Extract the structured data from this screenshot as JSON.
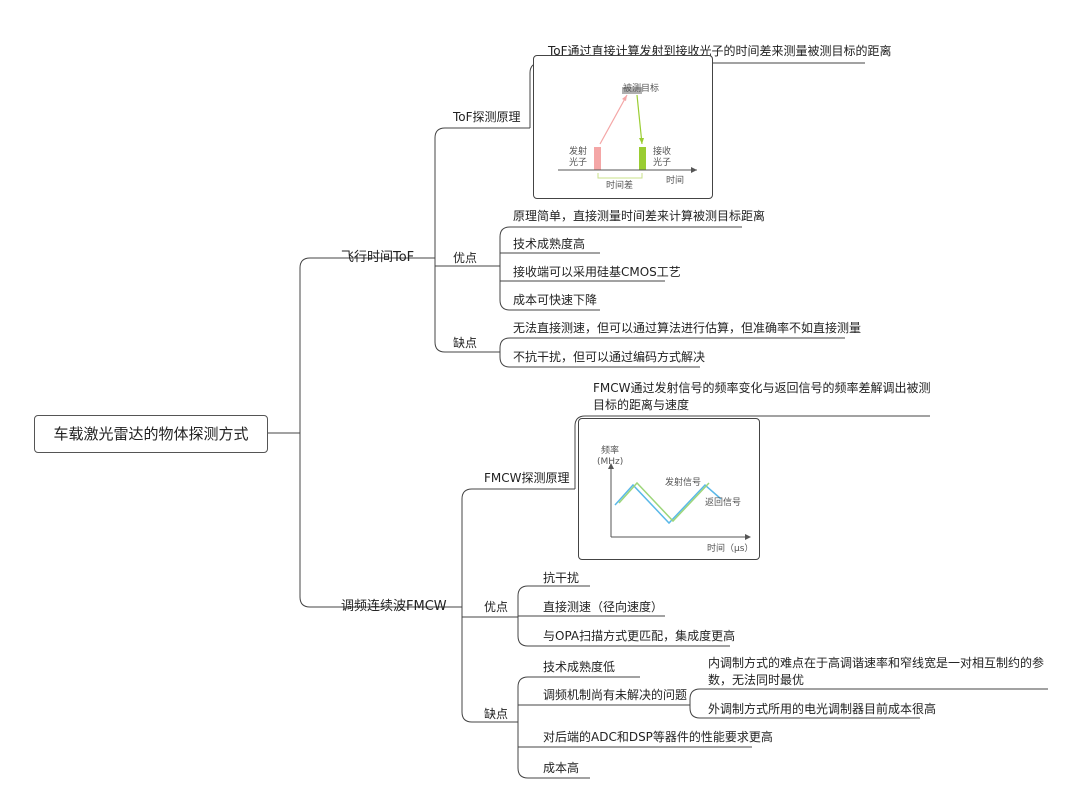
{
  "root": "车载激光雷达的物体探测方式",
  "tof": {
    "title": "飞行时间ToF",
    "principle": {
      "label": "ToF探测原理",
      "desc": "ToF通过直接计算发射到接收光子的时间差来测量被测目标的距离",
      "figure": {
        "target": "被测目标",
        "emit_line1": "发射",
        "emit_line2": "光子",
        "recv_line1": "接收",
        "recv_line2": "光子",
        "time_diff": "时间差",
        "time_axis": "时间"
      }
    },
    "pros": {
      "label": "优点",
      "items": [
        "原理简单，直接测量时间差来计算被测目标距离",
        "技术成熟度高",
        "接收端可以采用硅基CMOS工艺",
        "成本可快速下降"
      ]
    },
    "cons": {
      "label": "缺点",
      "items": [
        "无法直接测速，但可以通过算法进行估算，但准确率不如直接测量",
        "不抗干扰，但可以通过编码方式解决"
      ]
    }
  },
  "fmcw": {
    "title": "调频连续波FMCW",
    "principle": {
      "label": "FMCW探测原理",
      "desc": "FMCW通过发射信号的频率变化与返回信号的频率差解调出被测目标的距离与速度",
      "figure": {
        "y_label_1": "频率",
        "y_label_2": "(MHz)",
        "tx_label": "发射信号",
        "rx_label": "返回信号",
        "x_label": "时间（μs）",
        "tx_color": "#9dd67a",
        "rx_color": "#5ab8e8"
      }
    },
    "pros": {
      "label": "优点",
      "items": [
        "抗干扰",
        "直接测速（径向速度）",
        "与OPA扫描方式更匹配，集成度更高"
      ]
    },
    "cons": {
      "label": "缺点",
      "items": [
        "技术成熟度低",
        "调频机制尚有未解决的问题",
        "对后端的ADC和DSP等器件的性能要求更高",
        "成本高"
      ],
      "sub": [
        "内调制方式的难点在于高调谐速率和窄线宽是一对相互制约的参数，无法同时最优",
        "外调制方式所用的电光调制器目前成本很高"
      ]
    }
  },
  "colors": {
    "line": "#444444",
    "emit": "#f4a6a6",
    "recv": "#9acd32",
    "target": "#b0b0b0",
    "brace": "#c8e08a"
  }
}
